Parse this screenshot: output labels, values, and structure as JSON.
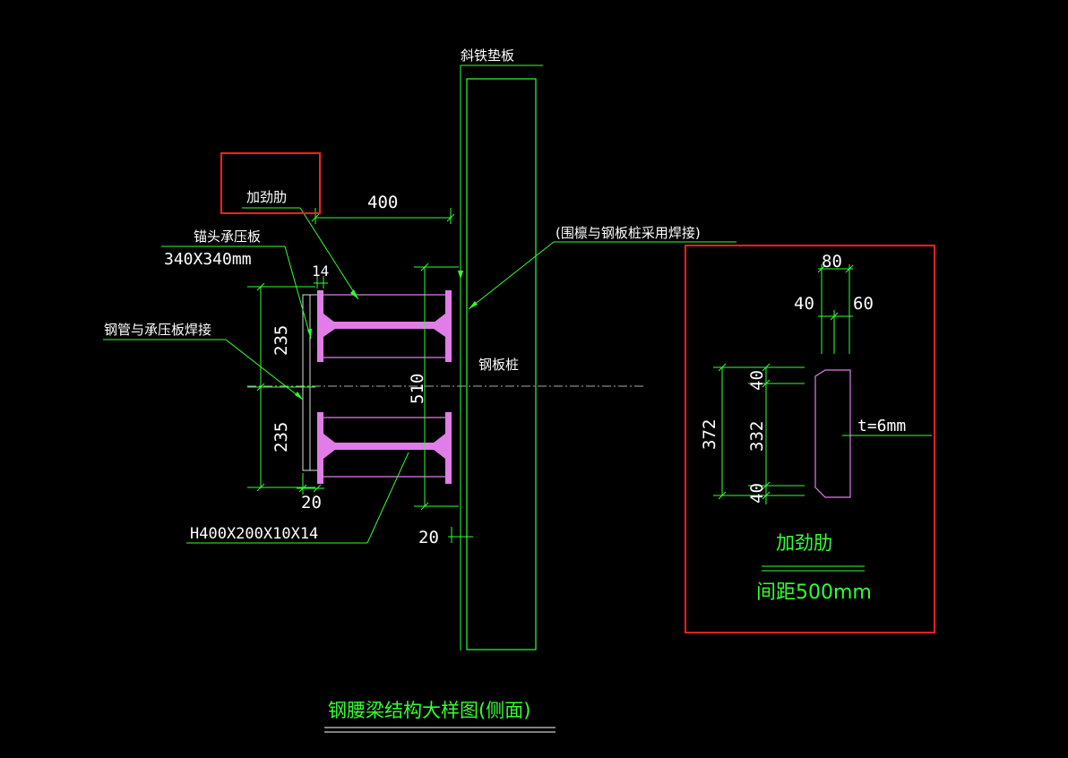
{
  "labels": {
    "shim_plate": "斜铁垫板",
    "stiffener": "加劲肋",
    "anchor_plate": "锚头承压板",
    "anchor_plate_size": "340X340mm",
    "pipe_weld": "钢管与承压板焊接",
    "purlin_weld": "(围檩与钢板桩采用焊接)",
    "sheet_pile": "钢板桩",
    "h_beam": "H400X200X10X14",
    "detail_title": "加劲肋",
    "detail_spacing": "间距500mm",
    "thickness": "t=6mm",
    "drawing_title": "钢腰梁结构大样图(侧面)"
  },
  "dimensions": {
    "d400": "400",
    "d14": "14",
    "d235_top": "235",
    "d235_bottom": "235",
    "d510": "510",
    "d20_left": "20",
    "d20_right": "20",
    "d80": "80",
    "d40_top": "40",
    "d60": "60",
    "d372": "372",
    "d40_a": "40",
    "d332": "332",
    "d40_b": "40"
  },
  "colors": {
    "line": "#33ff33",
    "steel": "#e07de8",
    "highlight": "#ff2020",
    "text": "#ffffff"
  }
}
